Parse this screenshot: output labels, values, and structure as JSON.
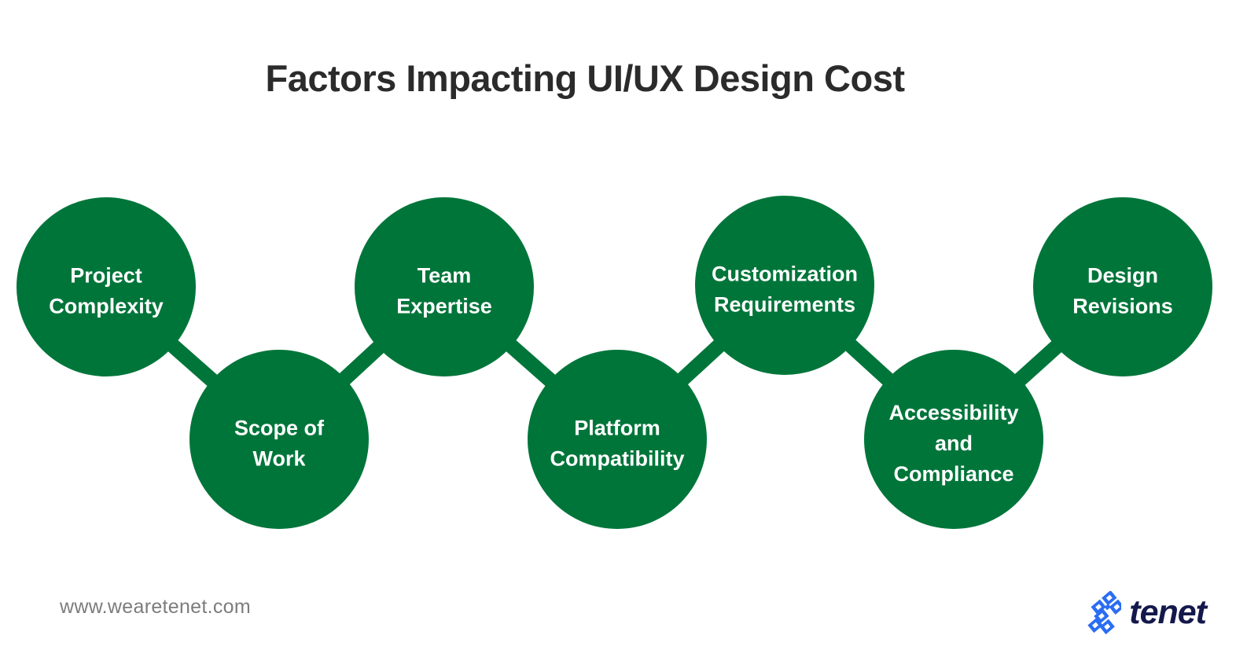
{
  "page": {
    "title": "Factors Impacting UI/UX Design Cost"
  },
  "diagram": {
    "type": "node-chain",
    "nodes": [
      {
        "id": 1,
        "label": "Project Complexity",
        "lines": [
          "Project",
          "Complexity"
        ],
        "row": "top"
      },
      {
        "id": 2,
        "label": "Scope of Work",
        "lines": [
          "Scope of",
          "Work"
        ],
        "row": "bottom"
      },
      {
        "id": 3,
        "label": "Team Expertise",
        "lines": [
          "Team",
          "Expertise"
        ],
        "row": "top"
      },
      {
        "id": 4,
        "label": "Platform Compatibility",
        "lines": [
          "Platform",
          "Compatibility"
        ],
        "row": "bottom"
      },
      {
        "id": 5,
        "label": "Customization Requirements",
        "lines": [
          "Customization",
          "Requirements"
        ],
        "row": "top"
      },
      {
        "id": 6,
        "label": "Accessibility and Compliance",
        "lines": [
          "Accessibility",
          "and",
          "Compliance"
        ],
        "row": "bottom"
      },
      {
        "id": 7,
        "label": "Design Revisions",
        "lines": [
          "Design",
          "Revisions"
        ],
        "row": "top"
      }
    ],
    "connections": [
      [
        1,
        2
      ],
      [
        2,
        3
      ],
      [
        3,
        4
      ],
      [
        4,
        5
      ],
      [
        5,
        6
      ],
      [
        6,
        7
      ]
    ]
  },
  "footer": {
    "website": "www.wearetenet.com",
    "logo_text": "tenet"
  },
  "colors": {
    "circle_green": "#00753a",
    "title_dark": "#2b2b2b",
    "url_gray": "#7c7c7c",
    "logo_navy": "#14194b",
    "logo_blue": "#2a6df4"
  }
}
